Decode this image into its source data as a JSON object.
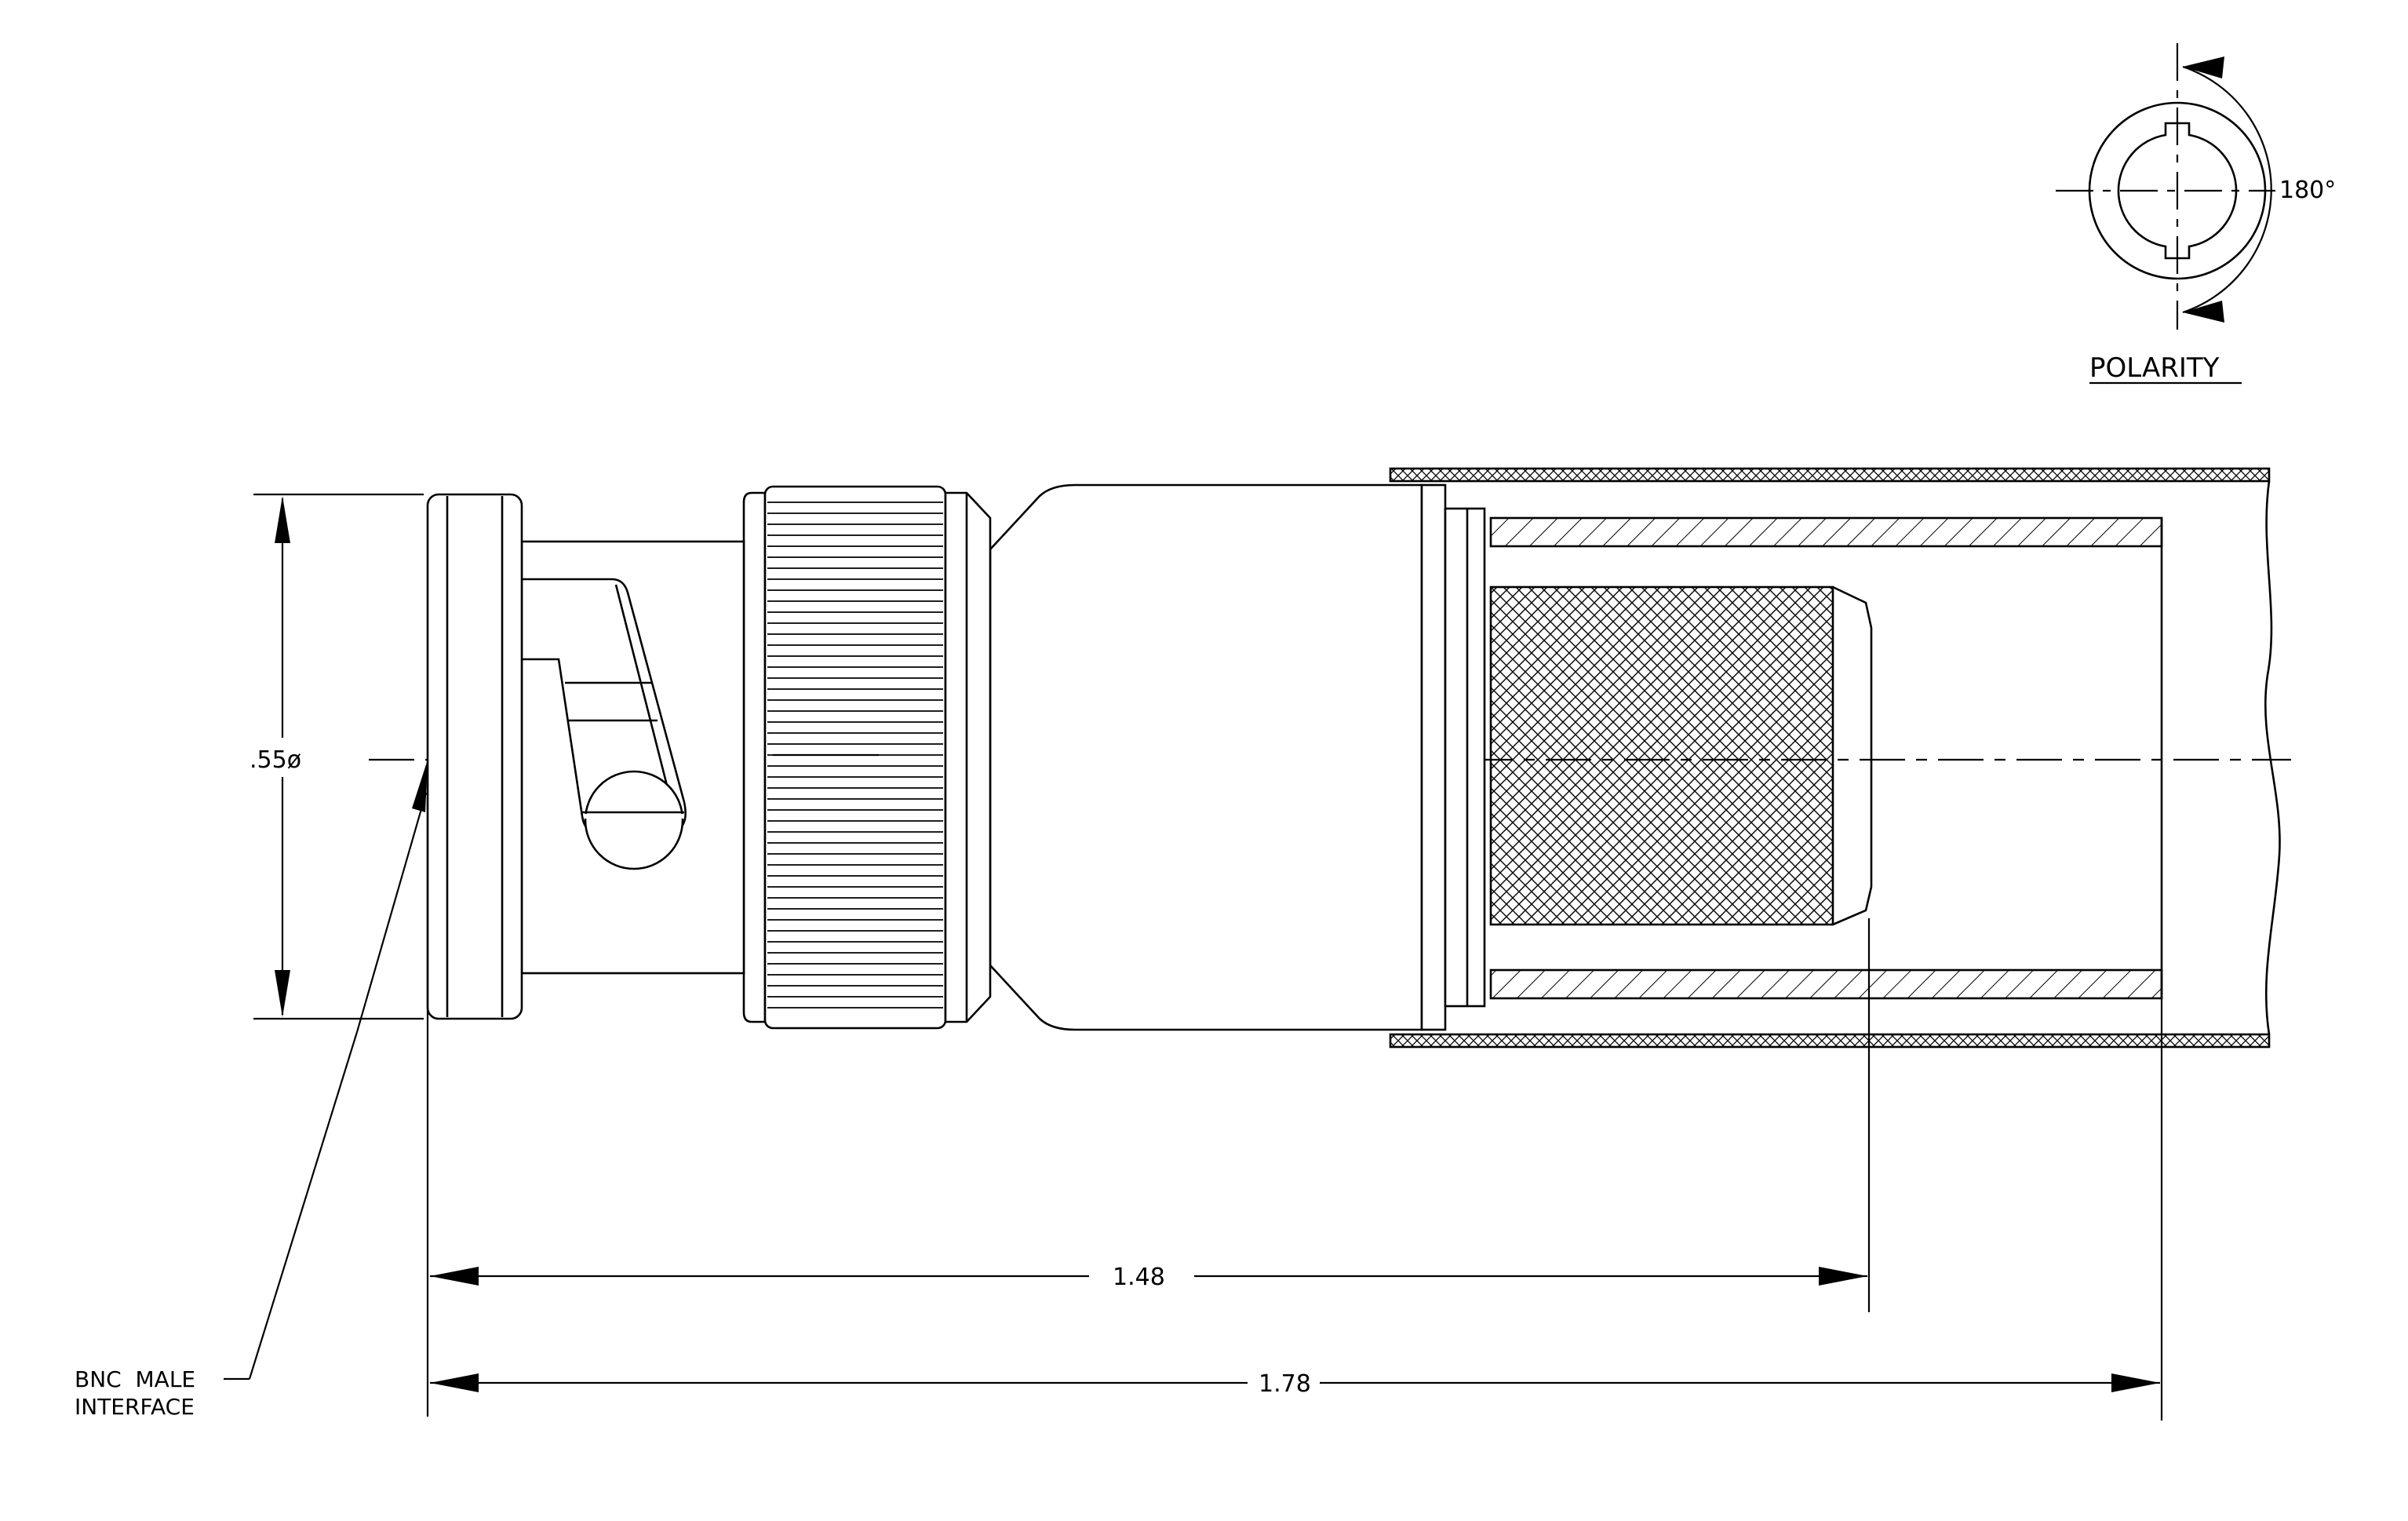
{
  "drawing": {
    "diameter_label": ".55ø",
    "dim_short": "1.48",
    "dim_long": "1.78",
    "interface_line1": "BNC  MALE",
    "interface_line2": "INTERFACE",
    "polarity_angle": "180°",
    "polarity_title": "POLARITY"
  }
}
